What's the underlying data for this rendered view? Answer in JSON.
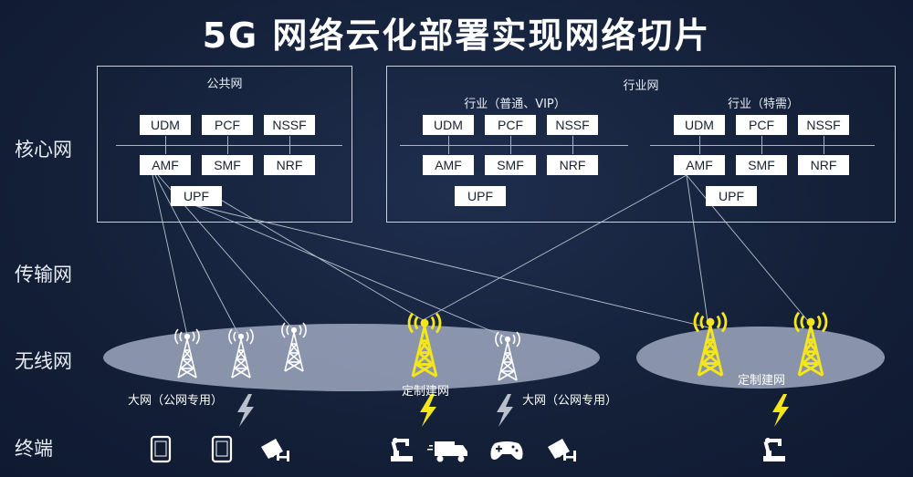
{
  "title": "5G 网络云化部署实现网络切片",
  "layers": {
    "core": "核心网",
    "transport": "传输网",
    "radio": "无线网",
    "terminal": "终端"
  },
  "public_panel": {
    "title": "公共网",
    "nfs": [
      "UDM",
      "PCF",
      "NSSF",
      "AMF",
      "SMF",
      "NRF",
      "UPF"
    ]
  },
  "industry_panel": {
    "title": "行业网",
    "slice1": {
      "title": "行业（普通、VIP）",
      "nfs": [
        "UDM",
        "PCF",
        "NSSF",
        "AMF",
        "SMF",
        "NRF",
        "UPF"
      ]
    },
    "slice2": {
      "title": "行业（特需）",
      "nfs": [
        "UDM",
        "PCF",
        "NSSF",
        "AMF",
        "SMF",
        "NRF",
        "UPF"
      ]
    }
  },
  "radio_captions": {
    "public1": "大网（公网专用）",
    "custom1": "定制建网",
    "public2": "大网（公网专用）",
    "custom2": "定制建网"
  },
  "colors": {
    "background": "#142038",
    "tower_public": "#ffffff",
    "tower_custom": "#f4e61a",
    "ellipse": "#aab5cc",
    "lightning_public": "#b9c0cc",
    "lightning_custom": "#f4e61a"
  },
  "icons": [
    "tablet-icon",
    "tablet-icon",
    "camera-icon",
    "robot-arm-icon",
    "truck-icon",
    "gamepad-icon",
    "camera-icon",
    "robot-arm-icon"
  ]
}
